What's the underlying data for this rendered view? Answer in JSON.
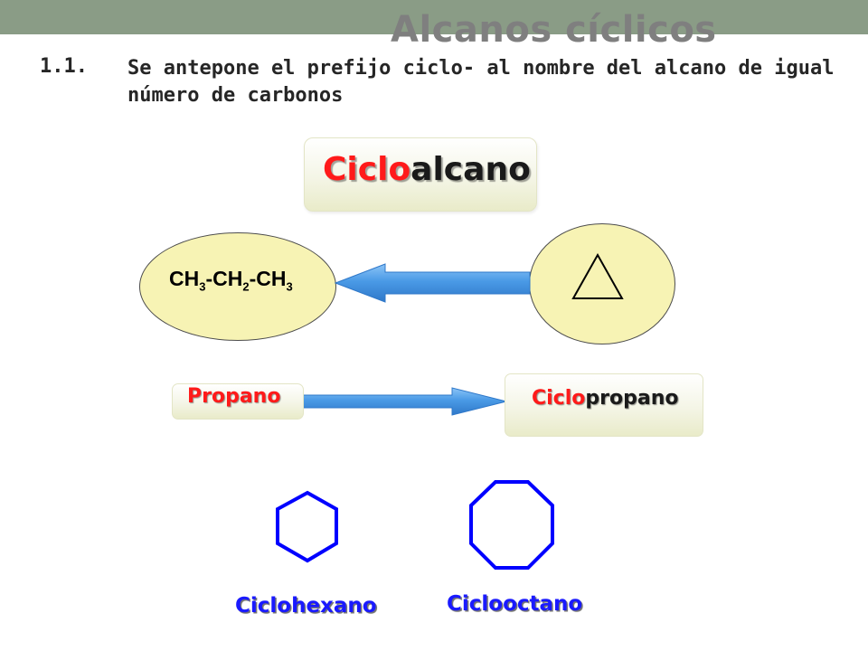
{
  "slide": {
    "title": "Alcanos cíclicos",
    "rule_number": "1.1.",
    "rule_text": "Se antepone el prefijo ciclo- al nombre del alcano de igual número de carbonos"
  },
  "main_card": {
    "prefix": "Ciclo",
    "suffix": "alcano"
  },
  "formula": {
    "parts": [
      "CH",
      "3",
      "-CH",
      "2",
      "-CH",
      "3"
    ]
  },
  "example": {
    "from": "Propano",
    "to_prefix": "Ciclo",
    "to_suffix": "propano"
  },
  "shapes": {
    "hexagon_label": "Ciclohexano",
    "octagon_label": "Ciclooctano"
  },
  "colors": {
    "accent_red": "#ff1a1a",
    "arrow_blue": "#4a9ae6",
    "ring_blue": "#0000ff",
    "ellipse_fill": "#f7f3b4",
    "top_bar": "#8a9c86"
  }
}
